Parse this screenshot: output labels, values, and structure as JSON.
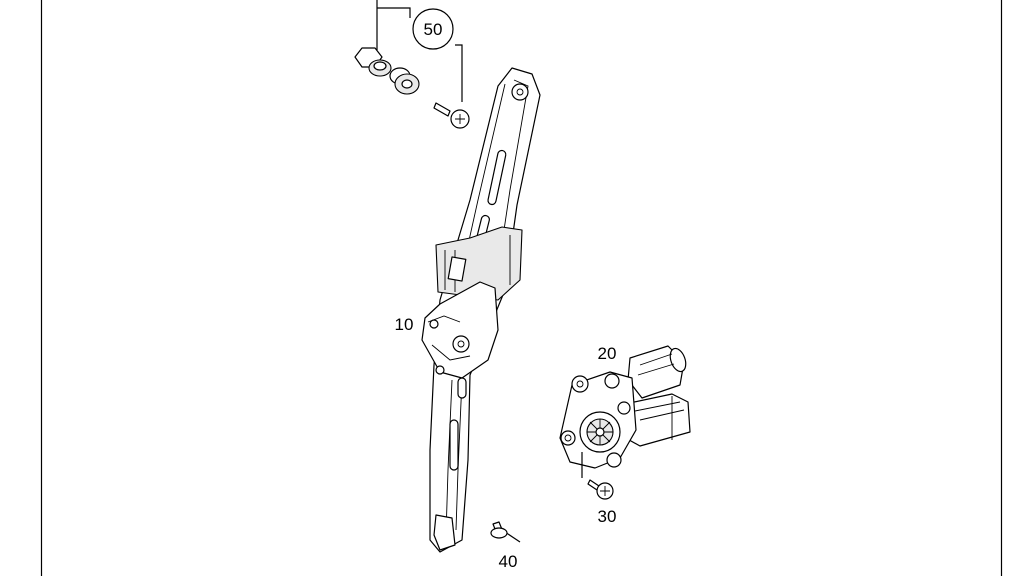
{
  "callouts": {
    "c10": "10",
    "c20": "20",
    "c30": "30",
    "c40": "40",
    "c50": "50"
  }
}
